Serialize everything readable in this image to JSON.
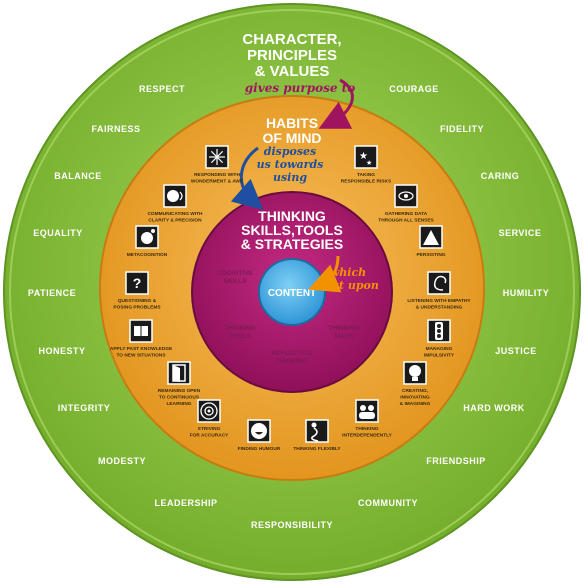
{
  "colors": {
    "outer_ring": "#8cc63f",
    "outer_ring_dark": "#6fa82a",
    "middle_ring": "#f2a93b",
    "middle_ring_dark": "#e08f1f",
    "inner_circle": "#b0166e",
    "inner_circle_dark": "#8b0f55",
    "content_core": "#4fb3e8",
    "arrow_magenta": "#a0145f",
    "arrow_blue": "#1e4fa0",
    "arrow_orange": "#f39200",
    "orange_text": "#f39200"
  },
  "headings": {
    "character_line1": "CHARACTER,",
    "character_line2": "PRINCIPLES",
    "character_line3": "& VALUES",
    "gives_purpose": "gives purpose to",
    "habits_line1": "HABITS",
    "habits_line2": "OF MIND",
    "disposes_line1": "disposes",
    "disposes_line2": "us towards",
    "disposes_line3": "using",
    "thinking_line1": "THINKING",
    "thinking_line2": "SKILLS,TOOLS",
    "thinking_line3": "& STRATEGIES",
    "which_line1": "which",
    "which_line2": "act upon",
    "content": "CONTENT"
  },
  "values": [
    "RESPECT",
    "COURAGE",
    "FAIRNESS",
    "FIDELITY",
    "BALANCE",
    "CARING",
    "EQUALITY",
    "SERVICE",
    "PATIENCE",
    "HUMILITY",
    "HONESTY",
    "JUSTICE",
    "INTEGRITY",
    "HARD WORK",
    "MODESTY",
    "FRIENDSHIP",
    "LEADERSHIP",
    "COMMUNITY",
    "RESPONSIBILITY"
  ],
  "habits": [
    {
      "line1": "RESPONDING WITH",
      "line2": "WONDERMENT & AWE",
      "line3": "",
      "icon": "fireworks-icon"
    },
    {
      "line1": "TAKING",
      "line2": "RESPONSIBLE RISKS",
      "line3": "",
      "icon": "stars-icon"
    },
    {
      "line1": "COMMUNICATING WITH",
      "line2": "CLARITY & PRECISION",
      "line3": "",
      "icon": "speaking-face-icon"
    },
    {
      "line1": "GATHERING DATA",
      "line2": "THROUGH ALL SENSES",
      "line3": "",
      "icon": "senses-icon"
    },
    {
      "line1": "METACOGNITION",
      "line2": "",
      "line3": "",
      "icon": "thinking-head-icon"
    },
    {
      "line1": "PERSISTING",
      "line2": "",
      "line3": "",
      "icon": "climber-icon"
    },
    {
      "line1": "QUESTIONING &",
      "line2": "POSING PROBLEMS",
      "line3": "",
      "icon": "question-icon"
    },
    {
      "line1": "LISTENING WITH EMPATHY",
      "line2": "& UNDERSTANDING",
      "line3": "",
      "icon": "ear-icon"
    },
    {
      "line1": "APPLY PAST KNOWLEDGE",
      "line2": "TO NEW SITUATIONS",
      "line3": "",
      "icon": "book-icon"
    },
    {
      "line1": "MANAGING",
      "line2": "IMPULSIVITY",
      "line3": "",
      "icon": "traffic-light-icon"
    },
    {
      "line1": "REMAINING OPEN",
      "line2": "TO CONTINUOUS",
      "line3": "LEARNING",
      "icon": "open-door-icon"
    },
    {
      "line1": "CREATING,",
      "line2": "INNOVATING",
      "line3": "& IMAGINING",
      "icon": "lightbulb-icon"
    },
    {
      "line1": "STRIVING",
      "line2": "FOR ACCURACY",
      "line3": "",
      "icon": "target-icon"
    },
    {
      "line1": "THINKING",
      "line2": "INTERDEPENDENTLY",
      "line3": "",
      "icon": "people-icon"
    },
    {
      "line1": "FINDING HUMOUR",
      "line2": "",
      "line3": "",
      "icon": "laughing-face-icon"
    },
    {
      "line1": "THINKING FLEXIBLY",
      "line2": "",
      "line3": "",
      "icon": "flexible-figure-icon"
    }
  ],
  "inner_faint": {
    "cognitive_line1": "COGNITIVE",
    "cognitive_line2": "SKILLS",
    "thinking_tools_line1": "THINKING",
    "thinking_tools_line2": "TOOLS",
    "thinking_maps_line1": "THINKING",
    "thinking_maps_line2": "MAPS",
    "reflective_line1": "REFLECTIVE",
    "reflective_line2": "THINKING"
  }
}
